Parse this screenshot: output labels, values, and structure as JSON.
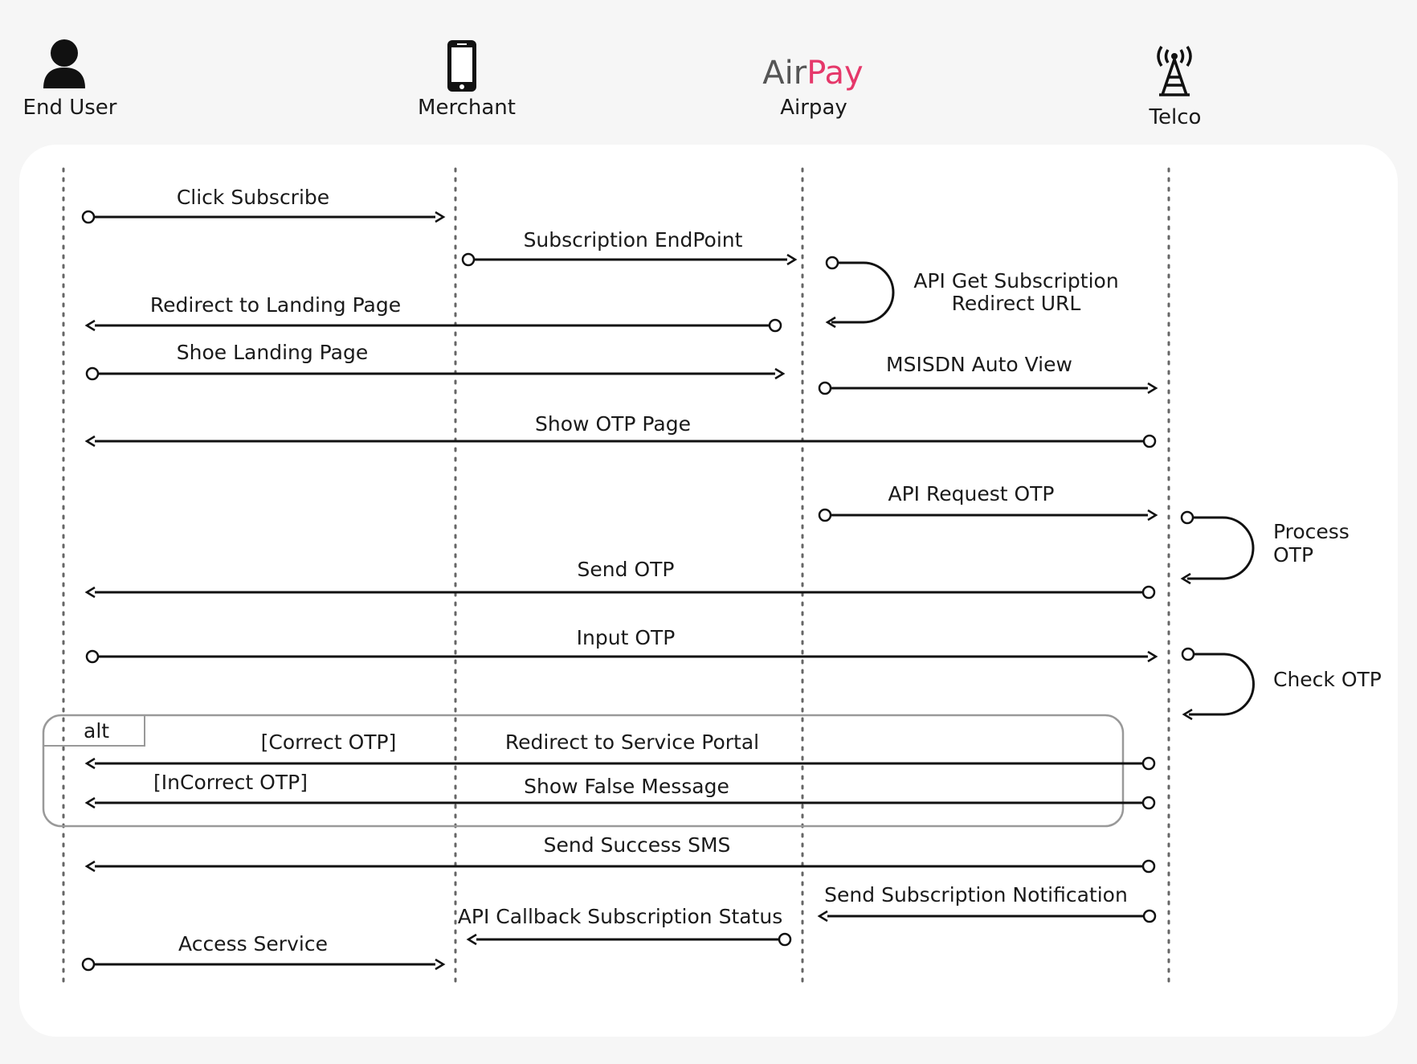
{
  "actors": [
    {
      "id": "enduser",
      "label": "End User",
      "icon": "person-icon"
    },
    {
      "id": "merchant",
      "label": "Merchant",
      "icon": "smartphone-icon"
    },
    {
      "id": "airpay",
      "label": "Airpay",
      "icon": "airpay-logo",
      "logo_text_1": "Air",
      "logo_text_2": "Pay"
    },
    {
      "id": "telco",
      "label": "Telco",
      "icon": "cell-tower-icon"
    }
  ],
  "colors": {
    "background": "#f6f6f6",
    "panel": "#ffffff",
    "line": "#111111",
    "lifeline": "#666666",
    "frame": "#999999",
    "logo_gray": "#555555",
    "logo_pink": "#e5386a"
  },
  "messages": [
    {
      "label": "Click Subscribe",
      "from": "enduser",
      "to": "merchant"
    },
    {
      "label": "Subscription EndPoint",
      "from": "merchant",
      "to": "airpay"
    },
    {
      "label": "API Get Subscription Redirect URL",
      "lines": [
        "API Get Subscription",
        "Redirect URL"
      ],
      "from": "airpay",
      "to": "airpay",
      "self": true
    },
    {
      "label": "Redirect to Landing Page",
      "from": "airpay",
      "to": "enduser"
    },
    {
      "label": "Shoe Landing Page",
      "from": "enduser",
      "to": "airpay"
    },
    {
      "label": "MSISDN Auto View",
      "from": "airpay",
      "to": "telco"
    },
    {
      "label": "Show OTP Page",
      "from": "telco",
      "to": "enduser"
    },
    {
      "label": "API Request OTP",
      "from": "airpay",
      "to": "telco"
    },
    {
      "label": "Process OTP",
      "lines": [
        "Process",
        "OTP"
      ],
      "from": "telco",
      "to": "telco",
      "self": true
    },
    {
      "label": "Send OTP",
      "from": "telco",
      "to": "enduser"
    },
    {
      "label": "Input OTP",
      "from": "enduser",
      "to": "telco"
    },
    {
      "label": "Check OTP",
      "lines": [
        "Check OTP"
      ],
      "from": "telco",
      "to": "telco",
      "self": true
    },
    {
      "label": "Redirect to Service Portal",
      "guard": "[Correct OTP]",
      "from": "telco",
      "to": "enduser"
    },
    {
      "label": "Show False Message",
      "guard": "[InCorrect OTP]",
      "from": "telco",
      "to": "enduser"
    },
    {
      "label": "Send Success SMS",
      "from": "telco",
      "to": "enduser"
    },
    {
      "label": "Send Subscription Notification",
      "from": "telco",
      "to": "airpay"
    },
    {
      "label": "API Callback Subscription Status",
      "from": "airpay",
      "to": "merchant"
    },
    {
      "label": "Access Service",
      "from": "enduser",
      "to": "merchant"
    }
  ],
  "fragment": {
    "operator": "alt"
  }
}
